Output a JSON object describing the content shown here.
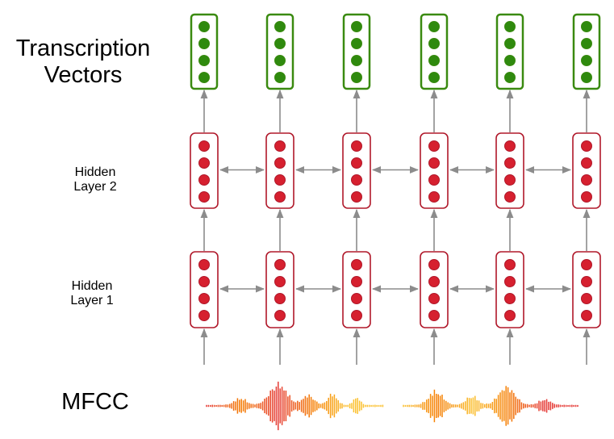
{
  "labels": {
    "transcription_line1": "Transcription",
    "transcription_line2": "Vectors",
    "hidden2_line1": "Hidden",
    "hidden2_line2": "Layer 2",
    "hidden1_line1": "Hidden",
    "hidden1_line2": "Layer 1",
    "mfcc": "MFCC"
  },
  "diagram": {
    "timesteps": 6,
    "units_per_layer": 4,
    "layers": [
      {
        "name": "transcription-vectors",
        "bidirectional": false
      },
      {
        "name": "hidden-layer-2",
        "bidirectional": true
      },
      {
        "name": "hidden-layer-1",
        "bidirectional": true
      }
    ]
  },
  "colors": {
    "output_stroke": "#3a8a10",
    "output_fill": "#2f8a0e",
    "hidden_stroke": "#b0182a",
    "hidden_fill": "#d6202f",
    "arrow": "#8c8c8c",
    "wave_red": "#e53935",
    "wave_orange": "#f57c00",
    "wave_yellow": "#fbc02d"
  }
}
